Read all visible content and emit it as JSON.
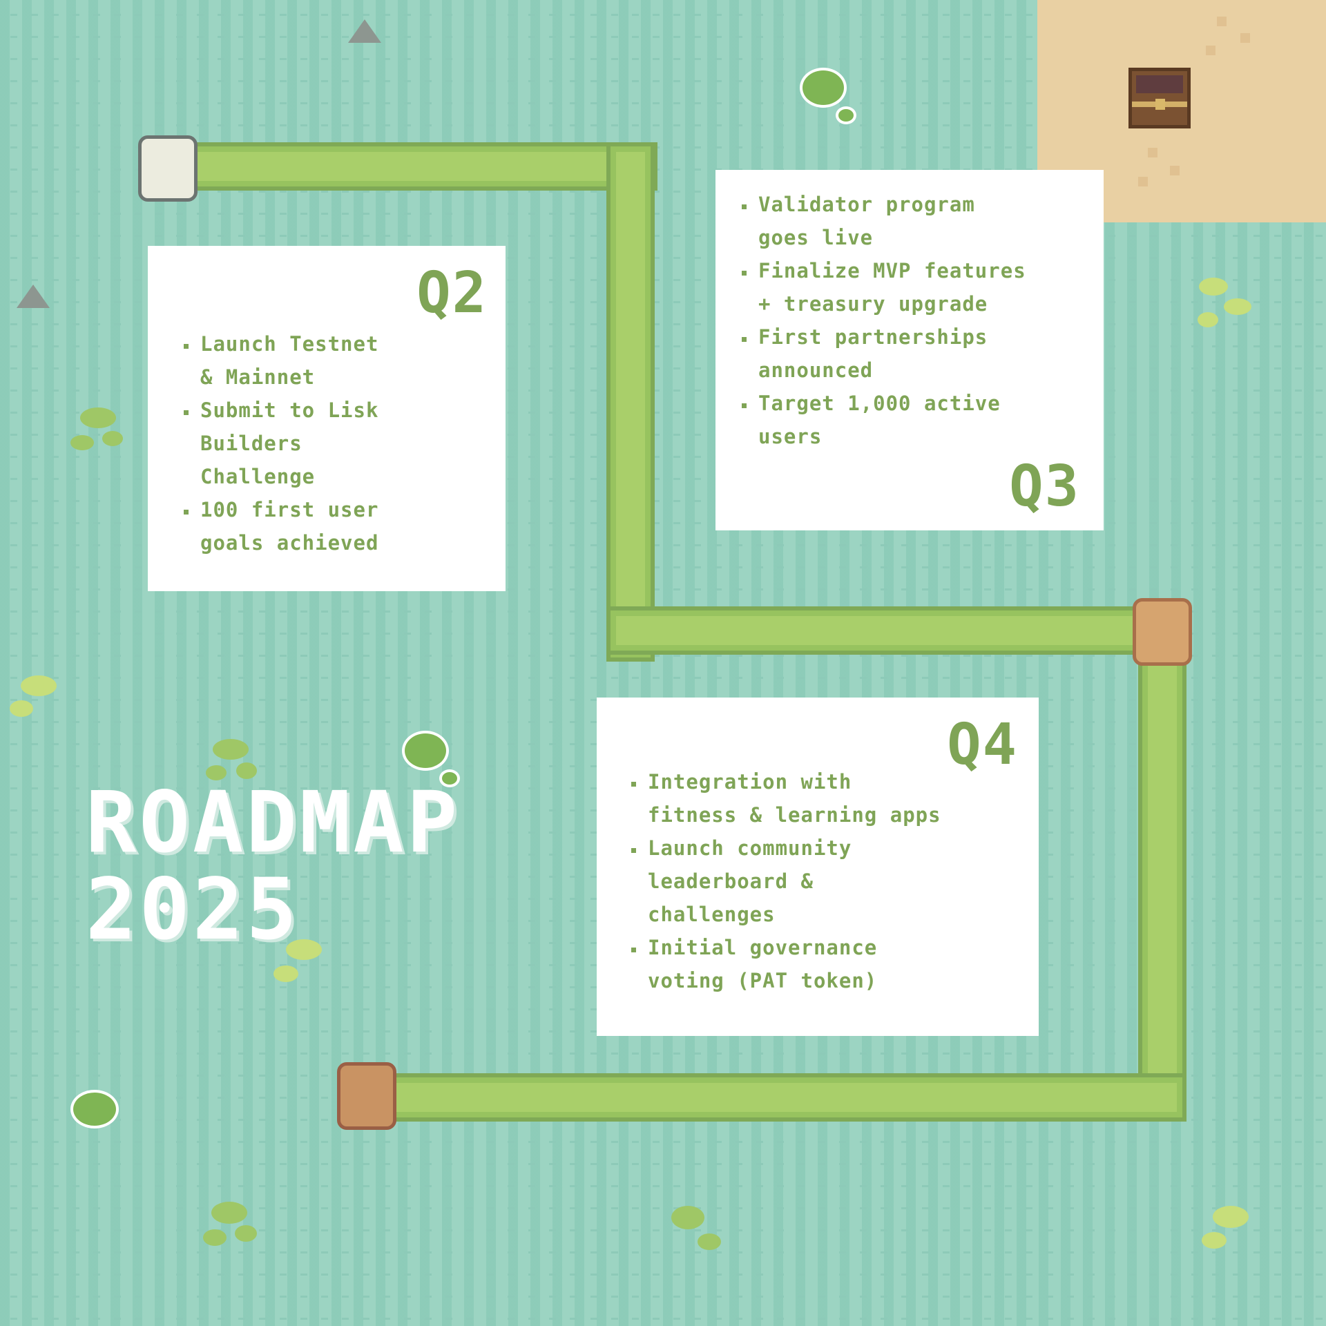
{
  "title": {
    "line1": "ROADMAP",
    "line2": "2025"
  },
  "milestones": [
    {
      "label": "Q2",
      "items": [
        "Launch Testnet\n& Mainnet",
        "Submit to Lisk\nBuilders\nChallenge",
        "100 first user\ngoals achieved"
      ]
    },
    {
      "label": "Q3",
      "items": [
        "Validator program\ngoes live",
        "Finalize MVP features\n+ treasury upgrade",
        "First partnerships\nannounced",
        "Target 1,000 active\nusers"
      ]
    },
    {
      "label": "Q4",
      "items": [
        "Integration with\nfitness & learning apps",
        "Launch community\nleaderboard &\nchallenges",
        "Initial governance\nvoting (PAT token)"
      ]
    }
  ],
  "colors": {
    "water": "#9cd4c2",
    "path": "#a9cf6a",
    "text_green": "#7fa456",
    "sand": "#e9d0a3",
    "panel": "#ffffff"
  },
  "icons": [
    "treasure-chest-icon",
    "rock-icon",
    "lily-pad-icon",
    "stepping-stone-icon"
  ]
}
